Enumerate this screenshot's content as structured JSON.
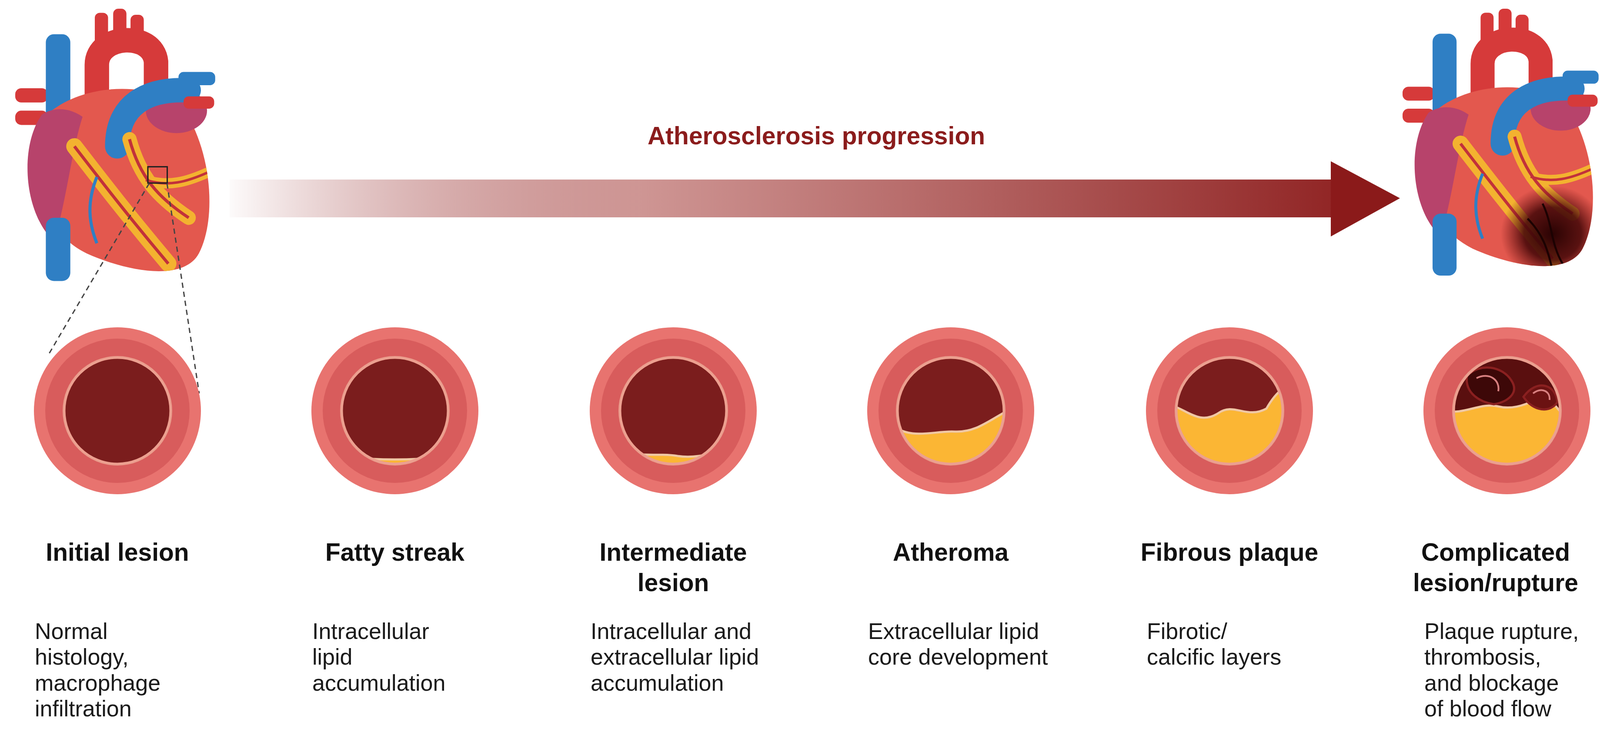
{
  "diagram": {
    "title": "Atherosclerosis progression",
    "nodes": [
      {
        "text": [
          "Initial lesion",
          "Normal histology, macrophage infiltration"
        ]
      },
      {
        "text": [
          "Fatty streak",
          "Intracellular lipid accumulation"
        ]
      },
      {
        "text": [
          "Intermediate lesion",
          "Intracellular and extracellular lipid accumulation"
        ]
      },
      {
        "text": [
          "Atheroma",
          "Extracellular lipid core development"
        ]
      },
      {
        "text": [
          "Fibrous plaque",
          "Fibrotic/ calcific layers"
        ]
      },
      {
        "text": [
          "Complicated lesion/rupture",
          "Plaque rupture, thrombosis, and blockage of blood flow"
        ]
      }
    ]
  }
}
